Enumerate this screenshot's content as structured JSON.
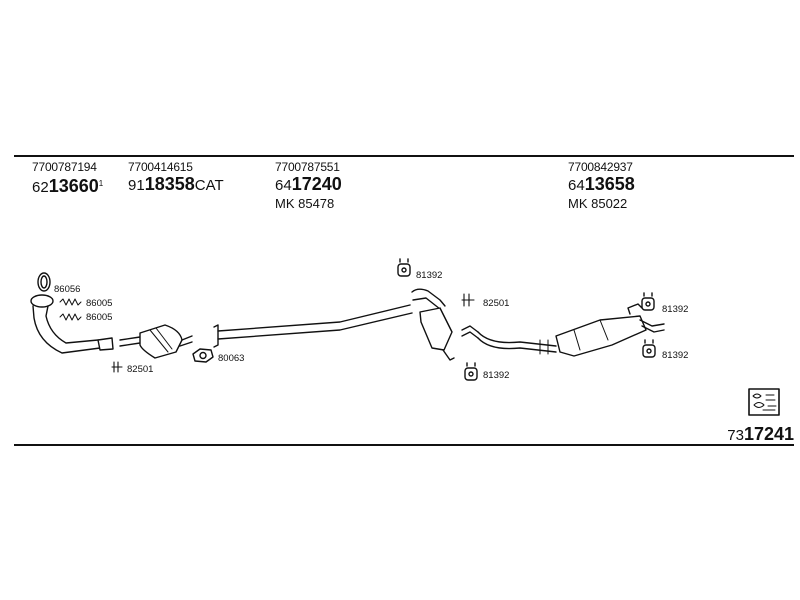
{
  "header": {
    "col1": {
      "ref": "7700787194",
      "prefix": "62",
      "code": "13660",
      "sup": "1"
    },
    "col2": {
      "ref": "7700414615",
      "prefix": "91",
      "code": "18358",
      "suffix": "CAT"
    },
    "col3": {
      "ref": "7700787551",
      "prefix": "64",
      "code": "17240",
      "mk": "MK 85478"
    },
    "col4": {
      "ref": "7700842937",
      "prefix": "64",
      "code": "13658",
      "mk": "MK 85022"
    }
  },
  "parts": {
    "p86056": "86056",
    "p86005a": "86005",
    "p86005b": "86005",
    "p82501a": "82501",
    "p80063": "80063",
    "p81392a": "81392",
    "p82501b": "82501",
    "p81392b": "81392",
    "p81392c": "81392",
    "p81392d": "81392"
  },
  "footer": {
    "prefix": "73",
    "code": "17241"
  }
}
